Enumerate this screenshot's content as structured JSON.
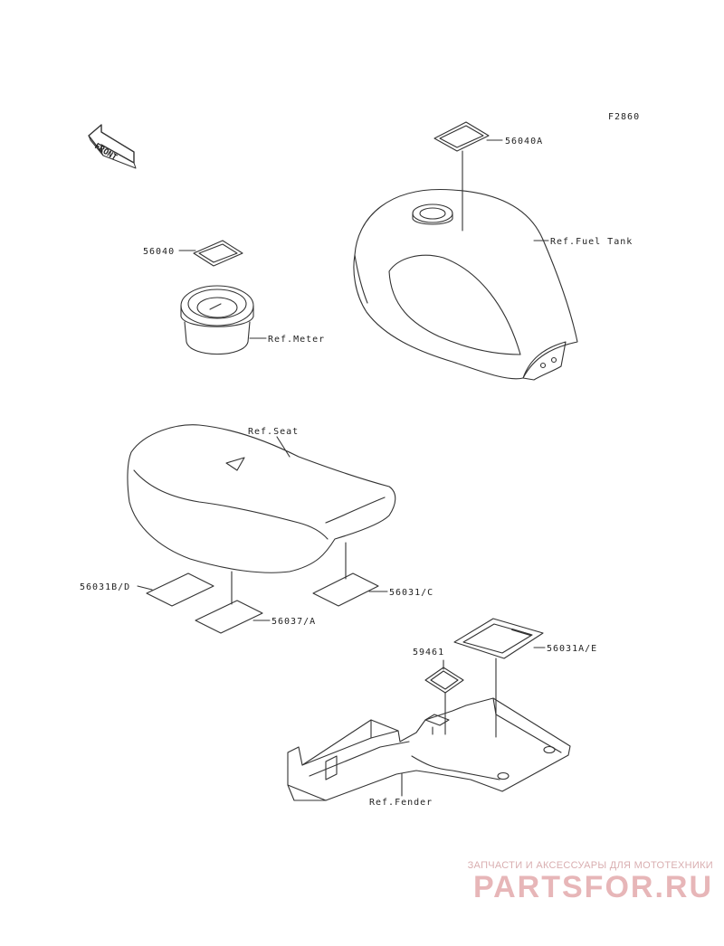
{
  "figure_code": "F2860",
  "front_label": "FRONT",
  "parts": {
    "p56040A": "56040A",
    "fuel_tank": "Ref.Fuel Tank",
    "p56040": "56040",
    "meter": "Ref.Meter",
    "seat": "Ref.Seat",
    "p56031B_D": "56031B/D",
    "p56031_C": "56031/C",
    "p56037_A": "56037/A",
    "p59461": "59461",
    "p56031A_E": "56031A/E",
    "fender": "Ref.Fender"
  },
  "watermark": {
    "tagline": "ЗАПЧАСТИ И АКСЕССУАРЫ ДЛЯ МОТОТЕХНИКИ",
    "logo": "PARTSFOR.RU"
  },
  "colors": {
    "line": "#333333",
    "watermark": "#e7b6b8"
  }
}
